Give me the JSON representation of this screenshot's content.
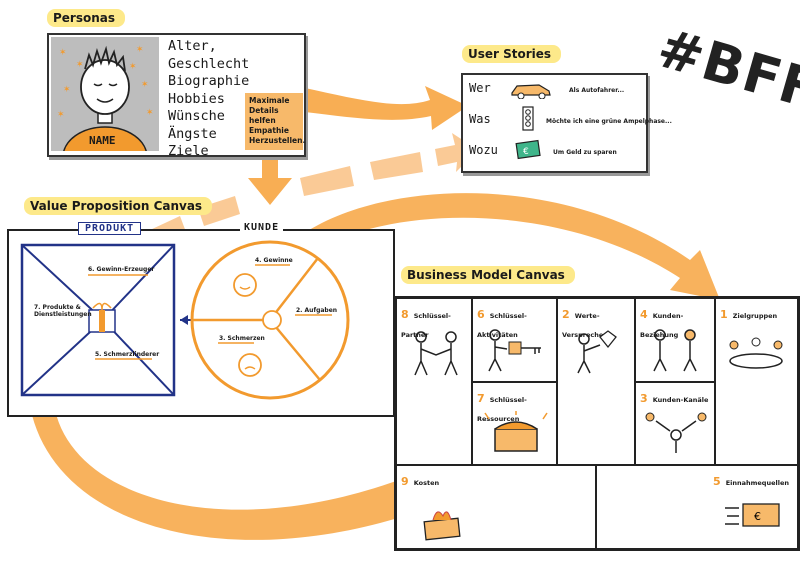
{
  "personas": {
    "title": "Personas",
    "name_label": "NAME",
    "attributes": [
      "Alter, Geschlecht",
      "Biographie",
      "Hobbies",
      "Wünsche",
      "Ängste",
      "Ziele"
    ],
    "note": "Maximale Details helfen Empathie Herzustellen."
  },
  "user_stories": {
    "title": "User Stories",
    "rows": [
      {
        "label": "Wer",
        "text": "Als Autofahrer..."
      },
      {
        "label": "Was",
        "text": "Möchte ich eine grüne Ampelphase..."
      },
      {
        "label": "Wozu",
        "text": "Um Geld zu sparen"
      }
    ]
  },
  "hashtag": "#BFF",
  "vpc": {
    "title": "Value Proposition Canvas",
    "product_label": "PRODUKT",
    "customer_label": "KUNDE",
    "gain_creators": "6. Gewinn-Erzeuger",
    "products_services": "7. Produkte & Dienstleistungen",
    "pain_relievers": "5. Schmerzlinderer",
    "gains": "4. Gewinne",
    "jobs": "2. Aufgaben",
    "pains": "3. Schmerzen"
  },
  "bmc": {
    "title": "Business Model Canvas",
    "cells": [
      {
        "num": "8",
        "label": "Schlüssel-Partner"
      },
      {
        "num": "6",
        "label": "Schlüssel-Aktivitäten"
      },
      {
        "num": "2",
        "label": "Werte-Versprechen"
      },
      {
        "num": "4",
        "label": "Kunden-Beziehung"
      },
      {
        "num": "1",
        "label": "Zielgruppen"
      },
      {
        "num": "7",
        "label": "Schlüssel-Ressourcen"
      },
      {
        "num": "3",
        "label": "Kunden-Kanäle"
      },
      {
        "num": "9",
        "label": "Kosten"
      },
      {
        "num": "5",
        "label": "Einnahmequellen"
      }
    ]
  },
  "colors": {
    "orange": "#f29a2e",
    "arrow": "#f7a541",
    "highlight": "#fde98a",
    "navy": "#223388"
  }
}
